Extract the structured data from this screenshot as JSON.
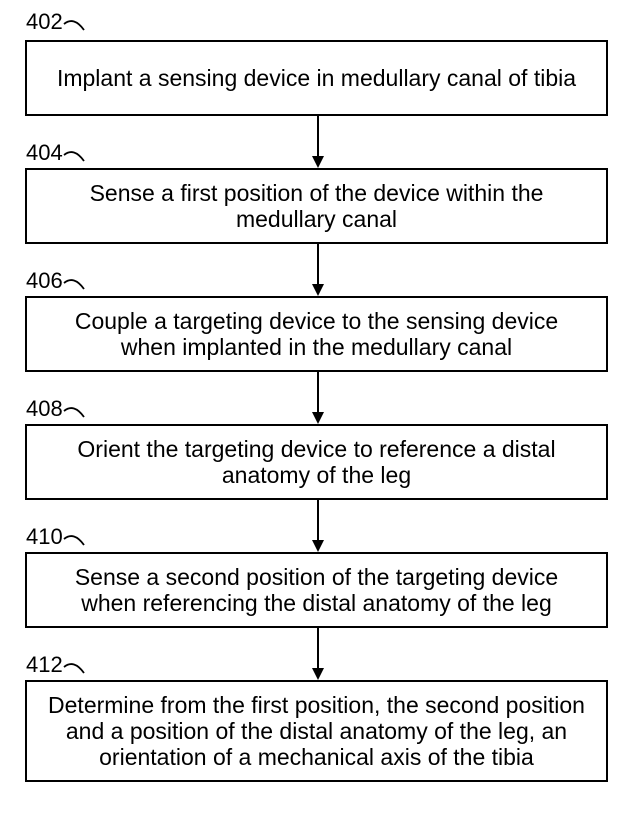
{
  "steps": [
    {
      "ref": "402",
      "text": "Implant a sensing device in medullary canal of tibia"
    },
    {
      "ref": "404",
      "text": "Sense a first position of the device within the medullary canal"
    },
    {
      "ref": "406",
      "text": "Couple a targeting device to the sensing device when implanted in the medullary canal"
    },
    {
      "ref": "408",
      "text": "Orient the targeting device to reference a distal anatomy of the leg"
    },
    {
      "ref": "410",
      "text": "Sense a second position of the targeting device when referencing the distal anatomy of the leg"
    },
    {
      "ref": "412",
      "text": "Determine from the first position, the second position and a position of the distal anatomy of the leg, an orientation of a mechanical axis of the tibia"
    }
  ]
}
